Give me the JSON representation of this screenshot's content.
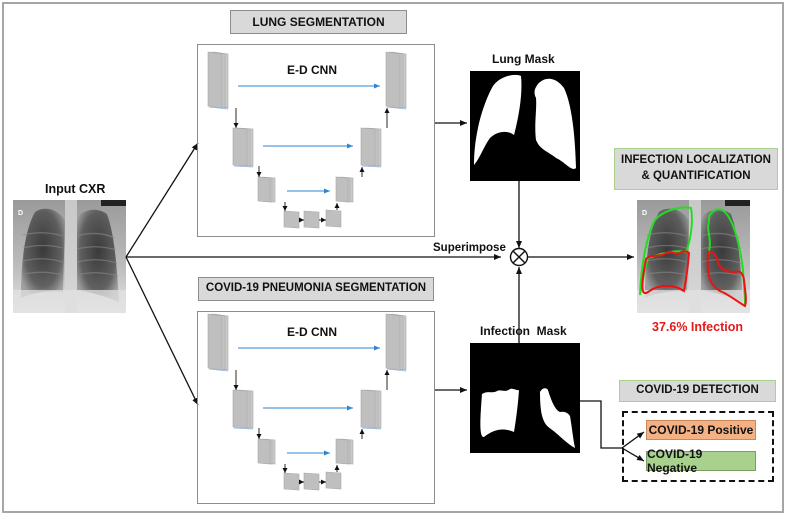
{
  "input": {
    "label": "Input CXR",
    "corner_marker": "D"
  },
  "lung_segmentation": {
    "title": "LUNG SEGMENTATION",
    "network_label": "E-D CNN"
  },
  "pneumonia_segmentation": {
    "title": "COVID-19 PNEUMONIA SEGMENTATION",
    "network_label": "E-D CNN"
  },
  "lung_mask": {
    "label": "Lung Mask"
  },
  "infection_mask": {
    "label": "Infection  Mask"
  },
  "superimpose": {
    "label": "Superimpose",
    "operator_icon": "circled-times-icon"
  },
  "localization": {
    "title_line1": "INFECTION LOCALIZATION",
    "title_line2": "& QUANTIFICATION",
    "corner_marker": "D",
    "infection_text": "37.6% Infection",
    "infection_percent": 37.6
  },
  "detection": {
    "title": "COVID-19 DETECTION",
    "outcomes": [
      {
        "label": "COVID-19 Positive",
        "color": "#f4b183"
      },
      {
        "label": "COVID-19 Negative",
        "color": "#a9d18e"
      }
    ]
  },
  "colors": {
    "lung_contour": "#22dd22",
    "infection_contour": "#ee1111",
    "infection_text": "#e31a1a",
    "skip_arrow": "#2e86d4",
    "header_fill": "#d9d9d9",
    "layer_fill": "#bfbfbf"
  }
}
